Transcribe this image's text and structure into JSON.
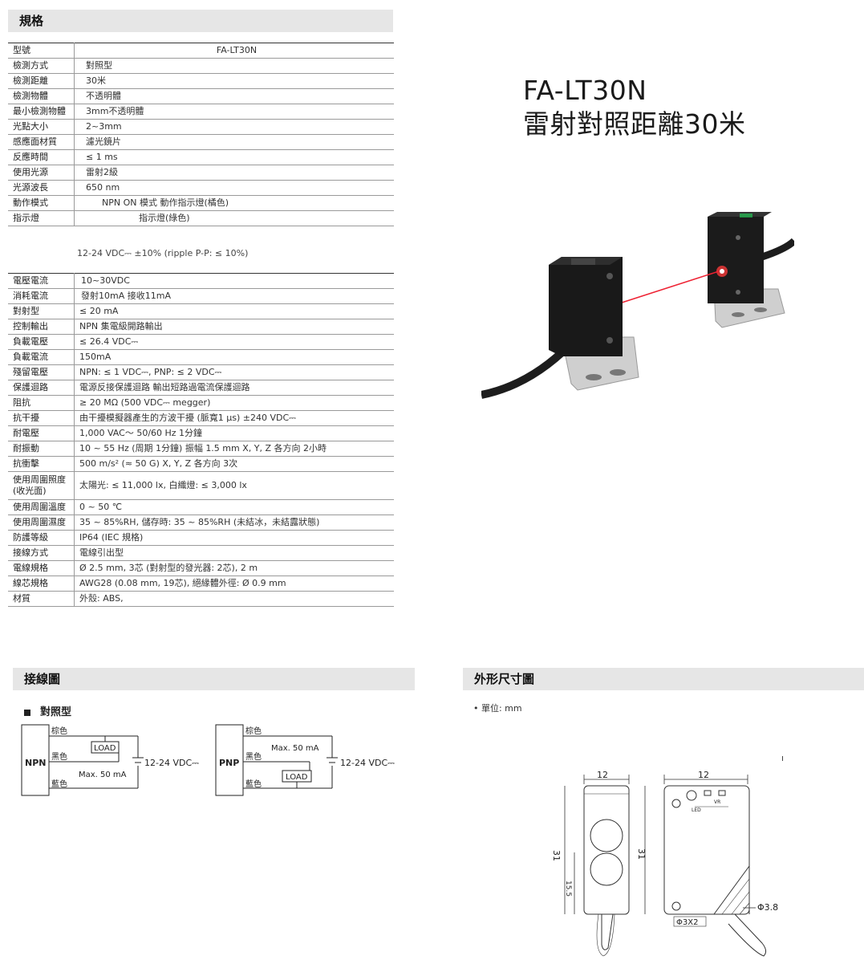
{
  "spec_header": "規格",
  "spec_table_1": [
    {
      "k": "型號",
      "v": "FA-LT30N"
    },
    {
      "k": "檢測方式",
      "v": "對照型"
    },
    {
      "k": "檢測距離",
      "v": "30米"
    },
    {
      "k": "檢測物體",
      "v": "不透明體"
    },
    {
      "k": "最小檢測物體",
      "v": "3mm不透明體"
    },
    {
      "k": "光點大小",
      "v": "2~3mm"
    },
    {
      "k": "感應面材質",
      "v": "濾光鏡片"
    },
    {
      "k": "反應時間",
      "v": "≤ 1 ms"
    },
    {
      "k": "使用光源",
      "v": "雷射2級"
    },
    {
      "k": "光源波長",
      "v": "650 nm"
    },
    {
      "k": "動作模式",
      "v": "NPN  ON 模式 動作指示燈(橘色)"
    },
    {
      "k": "指示燈",
      "v": "指示燈(綠色)"
    }
  ],
  "power_note": "12-24 VDC⎓ ±10% (ripple P-P: ≤ 10%)",
  "spec_table_2": [
    {
      "k": "電壓電流",
      "v": "10~30VDC"
    },
    {
      "k": "消耗電流",
      "v": "發射10mA  接收11mA"
    },
    {
      "k": "對射型",
      "v": "≤ 20 mA"
    },
    {
      "k": "控制輸出",
      "v": "NPN 集電級開路輸出"
    },
    {
      "k": "負載電壓",
      "v": "≤ 26.4 VDC⎓"
    },
    {
      "k": "負載電流",
      "v": "150mA"
    },
    {
      "k": "殘留電壓",
      "v": "NPN: ≤ 1 VDC⎓, PNP: ≤ 2 VDC⎓"
    },
    {
      "k": "保護迴路",
      "v": "電源反接保護迴路  輸出短路過電流保護迴路"
    },
    {
      "k": "阻抗",
      "v": "≥ 20 MΩ (500 VDC⎓ megger)"
    },
    {
      "k": "抗干擾",
      "v": "由干擾模擬器產生的方波干擾 (脈寬1 μs) ±240 VDC⎓"
    },
    {
      "k": "耐電壓",
      "v": "1,000 VAC～ 50/60 Hz 1分鐘"
    },
    {
      "k": "耐振動",
      "v": "10 ~ 55 Hz (周期 1分鐘) 振幅 1.5 mm X, Y, Z 各方向 2小時"
    },
    {
      "k": "抗衝擊",
      "v": "500 m/s² (≈ 50 G) X, Y, Z 各方向 3次"
    },
    {
      "k": "使用周圍照度\n(收光面)",
      "v": "太陽光: ≤ 11,000 lx, 白織燈: ≤ 3,000 lx"
    },
    {
      "k": "使用周圍溫度",
      "v": "0 ~ 50 ℃"
    },
    {
      "k": "使用周圍濕度",
      "v": "35 ~ 85%RH, 儲存時: 35 ~ 85%RH (未結冰，未結露狀態)"
    },
    {
      "k": "防護等級",
      "v": "IP64 (IEC 規格)"
    },
    {
      "k": "接線方式",
      "v": "電線引出型"
    },
    {
      "k": "電線規格",
      "v": "Ø 2.5 mm, 3芯 (對射型的發光器: 2芯), 2 m"
    },
    {
      "k": "線芯規格",
      "v": "AWG28 (0.08 mm, 19芯), 絕緣體外徑: Ø 0.9 mm"
    },
    {
      "k": "材質",
      "v": "外殼: ABS,"
    }
  ],
  "product": {
    "model": "FA-LT30N",
    "subtitle": "雷射對照距離30米"
  },
  "wiring": {
    "header": "接線圖",
    "type_label": "對照型",
    "npn": {
      "label": "NPN",
      "brown": "棕色",
      "black": "黑色",
      "blue": "藍色",
      "load": "LOAD",
      "max": "Max. 50 mA",
      "supply": "12-24 VDC⎓"
    },
    "pnp": {
      "label": "PNP",
      "brown": "棕色",
      "black": "黑色",
      "blue": "藍色",
      "load": "LOAD",
      "max": "Max. 50 mA",
      "supply": "12-24 VDC⎓"
    }
  },
  "dimensions": {
    "header": "外形尺寸圖",
    "unit": "• 單位: mm",
    "front_width": "12",
    "front_height": "31",
    "front_half": "15.5",
    "side_width": "12",
    "side_height": "31",
    "vr": "VR",
    "led": "LED",
    "cable_dia": "Φ3.8",
    "hole": "Φ3X2"
  }
}
